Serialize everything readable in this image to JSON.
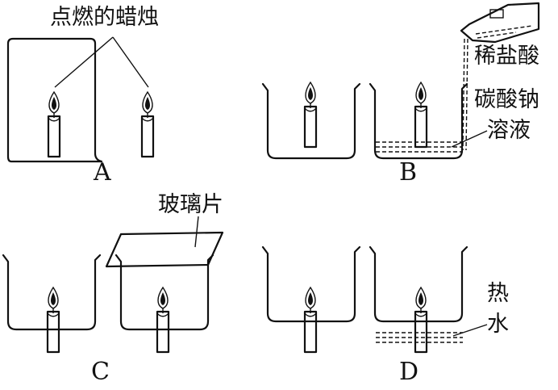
{
  "labels": {
    "candles": "点燃的蜡烛",
    "acid": "稀盐酸",
    "carbonate_line1": "碳酸钠",
    "carbonate_line2": "溶液",
    "glass": "玻璃片",
    "hot_line1": "热",
    "hot_line2": "水"
  },
  "panels": {
    "a": "A",
    "b": "B",
    "c": "C",
    "d": "D"
  }
}
